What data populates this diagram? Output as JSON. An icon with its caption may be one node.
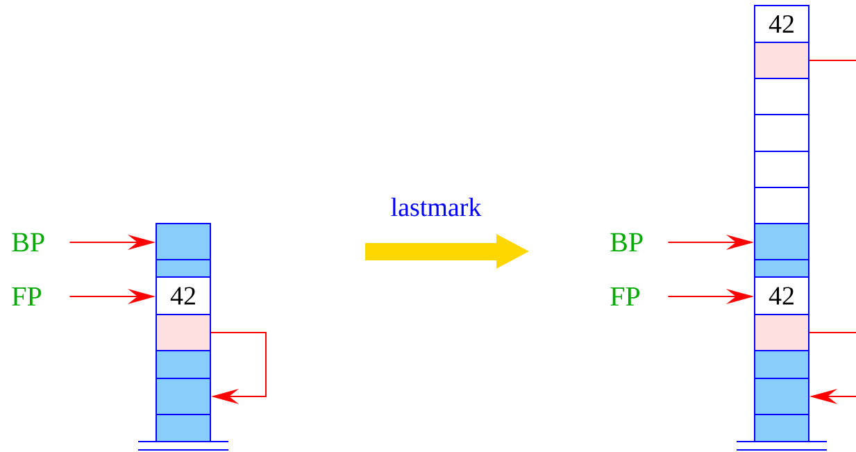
{
  "diagram": {
    "nodes": [
      {
        "text": [
          "BP"
        ]
      },
      {
        "text": [
          "FP"
        ]
      },
      {
        "text": [],
        "shape": "box"
      },
      {
        "text": [],
        "shape": "box"
      },
      {
        "text": [
          "42"
        ]
      },
      {
        "text": [],
        "shape": "box"
      },
      {
        "text": [],
        "shape": "box"
      },
      {
        "text": [],
        "shape": "box"
      },
      {
        "text": [],
        "shape": "box"
      },
      {
        "text": [
          "BP"
        ]
      },
      {
        "text": [
          "FP"
        ]
      },
      {
        "text": [
          "42"
        ]
      },
      {
        "text": [],
        "shape": "box"
      },
      {
        "text": [],
        "shape": "box"
      },
      {
        "text": [],
        "shape": "box"
      },
      {
        "text": [],
        "shape": "box"
      },
      {
        "text": [],
        "shape": "box"
      },
      {
        "text": [],
        "shape": "box"
      },
      {
        "text": [],
        "shape": "box"
      },
      {
        "text": [
          "42"
        ]
      },
      {
        "text": [],
        "shape": "box"
      },
      {
        "text": [],
        "shape": "box"
      },
      {
        "text": [],
        "shape": "box"
      },
      {
        "text": [],
        "shape": "box"
      }
    ],
    "edges": [
      {
        "from": 0,
        "to": 2,
        "arrow": "to"
      },
      {
        "from": 1,
        "to": 4,
        "arrow": "to"
      },
      {
        "from": 5,
        "to": 7,
        "arrow": "to"
      },
      {
        "from": 9,
        "to": 17,
        "arrow": "to"
      },
      {
        "from": 10,
        "to": 19,
        "arrow": "to"
      },
      {
        "from": 12,
        "to": null,
        "arrow": "none"
      },
      {
        "from": 20,
        "to": null,
        "arrow": "none"
      },
      {
        "from": null,
        "to": 22,
        "arrow": "to"
      }
    ],
    "labels": [
      "lastmark"
    ]
  }
}
